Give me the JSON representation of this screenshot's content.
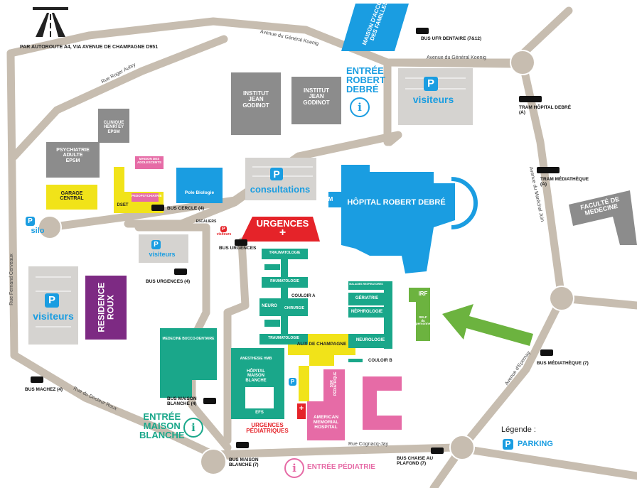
{
  "colors": {
    "road": "#c7bdb0",
    "blue": "#1a9de1",
    "teal": "#1aa78a",
    "gray": "#8c8c8c",
    "yellow": "#f1e319",
    "purple": "#7d2a83",
    "pink": "#e66ba6",
    "red": "#e52329",
    "green": "#6cb33f",
    "lightgray": "#d5d3d0"
  },
  "motorway": {
    "icon": "motorway-icon",
    "caption": "PAR AUTOROUTE A4, VIA AVENUE DE CHAMPAGNE D951"
  },
  "streets": {
    "general_koenig_top": "Avenue du Général Koenig",
    "general_koenig_right": "Avenue du Général Koenig",
    "roger_aubry": "Rue Roger Aubry",
    "fernand_cerveaux": "Rue Fernand Cerveaux",
    "docteur_roux": "Rue du Docteur Roux",
    "cognacq_jay": "Rue Cognacq-Jay",
    "marechal_juin": "Avenue du Maréchal Juin",
    "epernay": "Avenue d'Epernay"
  },
  "buildings": {
    "maison_accueil": "MAISON D'ACCUEIL\nDES FAMILLES",
    "institut_1": "INSTITUT\nJEAN\nGODINOT",
    "institut_2": "INSTITUT\nJEAN\nGODINOT",
    "clinique": "CLINIQUE\nHENRI EY\nEPSM",
    "psychiatrie": "PSYCHIATRIE\nADULTE\nEPSM",
    "maison_adolescents": "MAISON DES\nADOLESCENTS",
    "pedopsy": "PEDOPSYCHIATRIE",
    "dset": "DSET",
    "garage": "GARAGE\nCENTRAL",
    "pole_bio": "Pole Biologie",
    "hopital_rd": "HÔPITAL ROBERT DEBRÉ",
    "irm": "IRM",
    "urgences": "URGENCES",
    "escaliers": "ESCALIERS",
    "residence": "RESIDENCE\nROUX",
    "faculte": "FACULTÉ DE MEDECINE",
    "irf": "IRF",
    "self": "SELF\ndu\npersonnel",
    "traumatologie": "TRAUMATOLOGIE",
    "rhumatologie": "RHUMATOLOGIE",
    "neuro": "NEURO",
    "chirurgie": "CHIRURGIE",
    "traumatologie2": "TRAUMATOLOGIE",
    "maladies_resp": "MALADIES RESPIRATOIRES",
    "geriatrie": "GÉRIATRIE",
    "nephrologie": "NÉPHROLOGIE",
    "neurologie": "NEUROLOGIE",
    "alix": "ALIX DE CHAMPAGNE",
    "anesthesie": "ANESTHESIE HMB",
    "hmb": "HÔPITAL\nMAISON\nBLANCHE",
    "efs": "EFS",
    "ssr": "SSR\nPÉDIATRIQUE",
    "amh": "AMERICAN\nMEMORIAL\nHOSPITAL",
    "bucco": "MEDECINE BUCCO-DENTAIRE",
    "urgences_ped": "URGENCES\nPÉDIATRIQUES"
  },
  "couloirs": {
    "a": "COULOIR A",
    "b": "COULOIR B"
  },
  "parkings": {
    "p_letter": "P",
    "visiteurs_top": "visiteurs",
    "consultations": "consultations",
    "silo": "silo",
    "visiteurs_mid": "visiteurs",
    "visiteurs_small": "visiteurs",
    "visiteurs_left": "visiteurs"
  },
  "entrances": {
    "robert_debre": "ENTRÉE\nROBERT\nDEBRÉ",
    "maison_blanche": "ENTRÉE\nMAISON\nBLANCHE",
    "pediatrie": "ENTRÉE PÉDIATRIE",
    "info_glyph": "i"
  },
  "transit": {
    "bus_ufr": "BUS UFR DENTAIRE (7&12)",
    "tram_debre": "TRAM HÔPITAL DEBRÉ\n(A)",
    "tram_mediatheque": "TRAM MÉDIATHÈQUE\n(A)",
    "bus_cercle": "BUS CERCLE (4)",
    "bus_urgences": "BUS URGENCES",
    "bus_urgences_4": "BUS URGENCES (4)",
    "bus_mediatheque": "BUS MÉDIATHÈQUE (7)",
    "bus_machez": "BUS MACHEZ (4)",
    "bus_mb4": "BUS MAISON\nBLANCHE (4)",
    "bus_mb7": "BUS MAISON\nBLANCHE (7)",
    "bus_chaise": "BUS CHAISE AU\nPLAFOND (7)"
  },
  "legend": {
    "title": "Légende :",
    "parking": "PARKING"
  }
}
